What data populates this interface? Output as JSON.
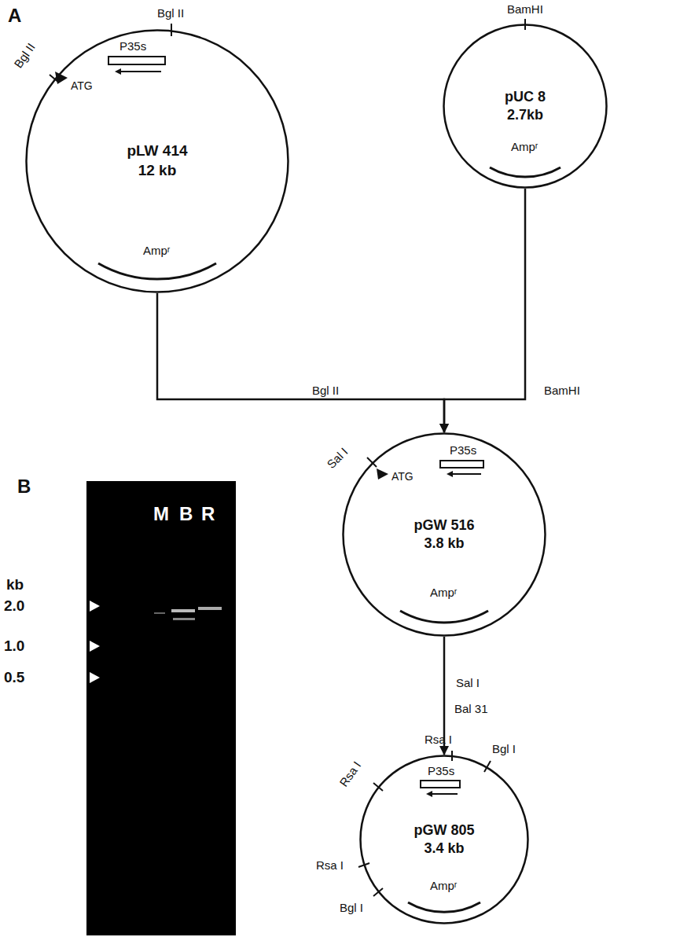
{
  "diagram": {
    "nodes": [
      {
        "text": [
          "pLW 414",
          "12 kb"
        ]
      },
      {
        "text": [
          "pUC 8",
          "2.7kb"
        ]
      },
      {
        "text": [
          "pGW 516",
          "3.8 kb"
        ]
      },
      {
        "text": [
          "pGW 805",
          "3.4 kb"
        ]
      }
    ],
    "edges": [
      {
        "from": 0,
        "to": 2,
        "arrow": "to",
        "label": "Bgl II"
      },
      {
        "from": 1,
        "to": 2,
        "arrow": "to",
        "label": "BamHI"
      },
      {
        "from": 2,
        "to": 3,
        "arrow": "to",
        "label": "Sal I"
      }
    ],
    "labels": [
      "A",
      "Bgl II",
      "Bgl II",
      "P35s",
      "ATG",
      "Ampʳ",
      "BamHI",
      "Ampʳ",
      "P35s",
      "Sal I",
      "ATG",
      "Ampʳ",
      "Bal 31",
      "P35s",
      "Rsa I",
      "Bgl I",
      "Rsa I",
      "Rsa I",
      "Bgl I",
      "Ampʳ",
      "B",
      "M",
      "B",
      "R",
      "kb",
      "2.0",
      "1.0",
      "0.5"
    ]
  }
}
